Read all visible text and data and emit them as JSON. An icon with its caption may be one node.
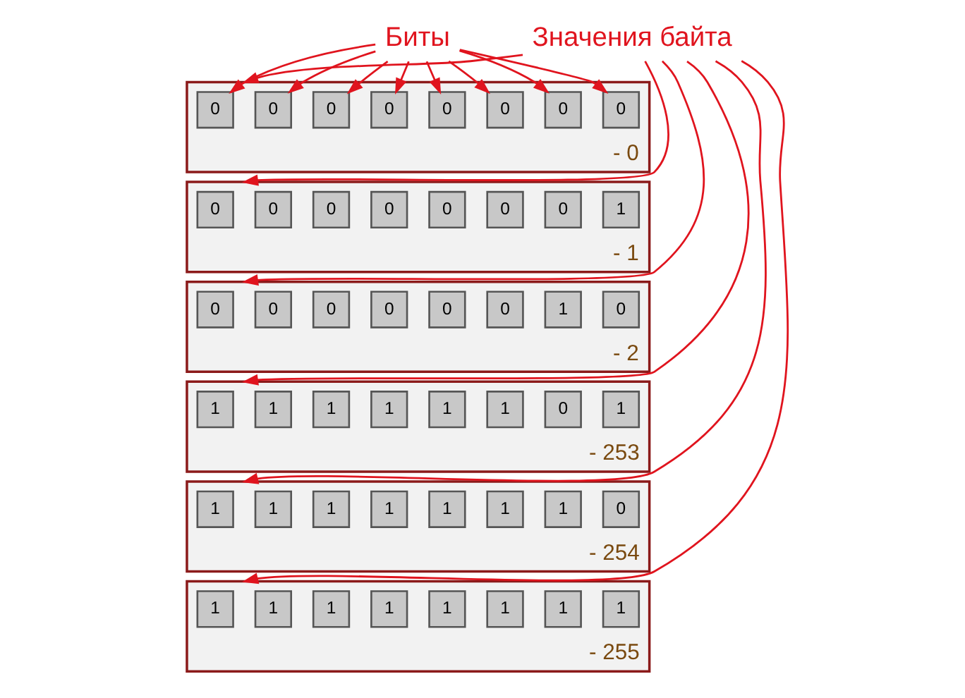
{
  "diagram": {
    "nodes": [
      {
        "text": [
          "Биты"
        ]
      },
      {
        "text": [
          "Значения байта"
        ]
      },
      {
        "text": [],
        "shape": "box",
        "beside": [
          "- 0"
        ]
      },
      {
        "text": [
          "0"
        ],
        "in": 2
      },
      {
        "text": [
          "0"
        ],
        "in": 2
      },
      {
        "text": [
          "0"
        ],
        "in": 2
      },
      {
        "text": [
          "0"
        ],
        "in": 2
      },
      {
        "text": [
          "0"
        ],
        "in": 2
      },
      {
        "text": [
          "0"
        ],
        "in": 2
      },
      {
        "text": [
          "0"
        ],
        "in": 2
      },
      {
        "text": [
          "0"
        ],
        "in": 2
      },
      {
        "text": [],
        "shape": "box",
        "beside": [
          "- 1"
        ]
      },
      {
        "text": [
          "0"
        ],
        "in": 11
      },
      {
        "text": [
          "0"
        ],
        "in": 11
      },
      {
        "text": [
          "0"
        ],
        "in": 11
      },
      {
        "text": [
          "0"
        ],
        "in": 11
      },
      {
        "text": [
          "0"
        ],
        "in": 11
      },
      {
        "text": [
          "0"
        ],
        "in": 11
      },
      {
        "text": [
          "0"
        ],
        "in": 11
      },
      {
        "text": [
          "1"
        ],
        "in": 11
      },
      {
        "text": [],
        "shape": "box",
        "beside": [
          "- 2"
        ]
      },
      {
        "text": [
          "0"
        ],
        "in": 20
      },
      {
        "text": [
          "0"
        ],
        "in": 20
      },
      {
        "text": [
          "0"
        ],
        "in": 20
      },
      {
        "text": [
          "0"
        ],
        "in": 20
      },
      {
        "text": [
          "0"
        ],
        "in": 20
      },
      {
        "text": [
          "0"
        ],
        "in": 20
      },
      {
        "text": [
          "1"
        ],
        "in": 20
      },
      {
        "text": [
          "0"
        ],
        "in": 20
      },
      {
        "text": [],
        "shape": "box",
        "beside": [
          "- 253"
        ]
      },
      {
        "text": [
          "1"
        ],
        "in": 29
      },
      {
        "text": [
          "1"
        ],
        "in": 29
      },
      {
        "text": [
          "1"
        ],
        "in": 29
      },
      {
        "text": [
          "1"
        ],
        "in": 29
      },
      {
        "text": [
          "1"
        ],
        "in": 29
      },
      {
        "text": [
          "1"
        ],
        "in": 29
      },
      {
        "text": [
          "0"
        ],
        "in": 29
      },
      {
        "text": [
          "1"
        ],
        "in": 29
      },
      {
        "text": [],
        "shape": "box",
        "beside": [
          "- 254"
        ]
      },
      {
        "text": [
          "1"
        ],
        "in": 38
      },
      {
        "text": [
          "1"
        ],
        "in": 38
      },
      {
        "text": [
          "1"
        ],
        "in": 38
      },
      {
        "text": [
          "1"
        ],
        "in": 38
      },
      {
        "text": [
          "1"
        ],
        "in": 38
      },
      {
        "text": [
          "1"
        ],
        "in": 38
      },
      {
        "text": [
          "1"
        ],
        "in": 38
      },
      {
        "text": [
          "0"
        ],
        "in": 38
      },
      {
        "text": [],
        "shape": "box",
        "beside": [
          "- 255"
        ]
      },
      {
        "text": [
          "1"
        ],
        "in": 47
      },
      {
        "text": [
          "1"
        ],
        "in": 47
      },
      {
        "text": [
          "1"
        ],
        "in": 47
      },
      {
        "text": [
          "1"
        ],
        "in": 47
      },
      {
        "text": [
          "1"
        ],
        "in": 47
      },
      {
        "text": [
          "1"
        ],
        "in": 47
      },
      {
        "text": [
          "1"
        ],
        "in": 47
      },
      {
        "text": [
          "1"
        ],
        "in": 47
      }
    ],
    "edges": [
      {
        "from": 0,
        "to": 3,
        "arrow": "to"
      },
      {
        "from": 0,
        "to": 4,
        "arrow": "to"
      },
      {
        "from": 0,
        "to": 5,
        "arrow": "to"
      },
      {
        "from": 0,
        "to": 6,
        "arrow": "to"
      },
      {
        "from": 0,
        "to": 7,
        "arrow": "to"
      },
      {
        "from": 0,
        "to": 8,
        "arrow": "to"
      },
      {
        "from": 0,
        "to": 9,
        "arrow": "to"
      },
      {
        "from": 0,
        "to": 10,
        "arrow": "to"
      },
      {
        "from": 1,
        "to": 2,
        "arrow": "to"
      },
      {
        "from": 1,
        "to": 11,
        "arrow": "to"
      },
      {
        "from": 1,
        "to": 20,
        "arrow": "to"
      },
      {
        "from": 1,
        "to": 29,
        "arrow": "to"
      },
      {
        "from": 1,
        "to": 38,
        "arrow": "to"
      },
      {
        "from": 1,
        "to": 47,
        "arrow": "to"
      }
    ]
  }
}
